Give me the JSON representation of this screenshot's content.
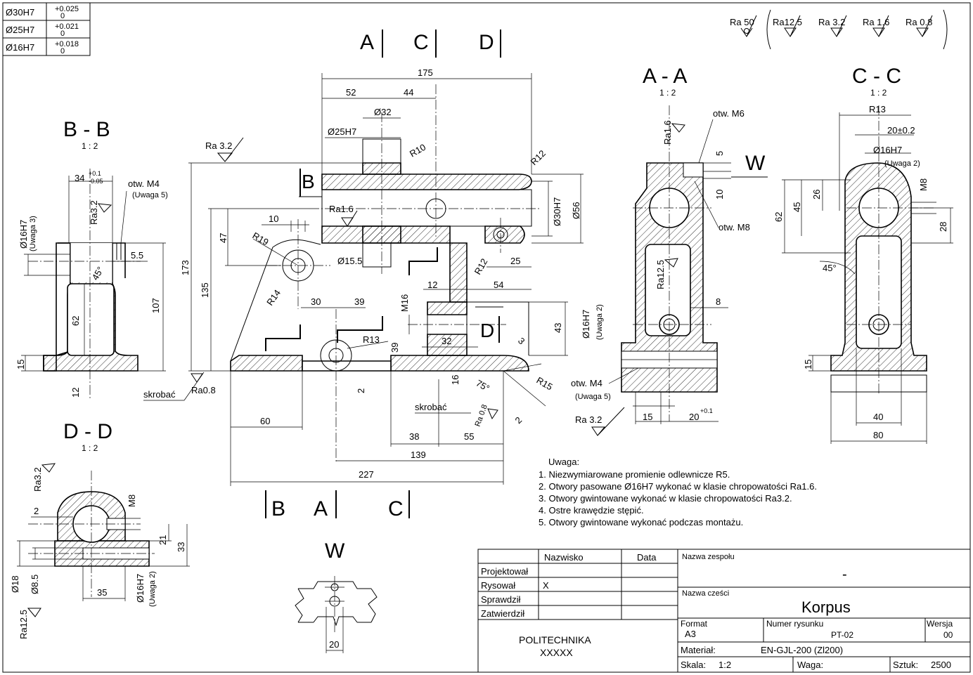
{
  "tolerance_table": [
    {
      "fit": "Ø30H7",
      "upper": "+0.025",
      "lower": "0"
    },
    {
      "fit": "Ø25H7",
      "upper": "+0.021",
      "lower": "0"
    },
    {
      "fit": "Ø16H7",
      "upper": "+0.018",
      "lower": "0"
    }
  ],
  "roughness": {
    "general": "Ra 50",
    "others": [
      "Ra12.5",
      "Ra 3.2",
      "Ra 1.6",
      "Ra 0.8"
    ]
  },
  "section_marks_top": [
    "A",
    "C",
    "D"
  ],
  "section_marks_bottom": [
    "B",
    "A",
    "C"
  ],
  "section_marks_side": [
    "B",
    "D"
  ],
  "views": {
    "aa": {
      "title": "A - A",
      "scale": "1 : 2"
    },
    "bb": {
      "title": "B - B",
      "scale": "1 : 2"
    },
    "cc": {
      "title": "C - C",
      "scale": "1 : 2"
    },
    "dd": {
      "title": "D - D",
      "scale": "1 : 2"
    },
    "w": {
      "title": "W",
      "dim": "20"
    }
  },
  "main_dims": {
    "d175": "175",
    "d52": "52",
    "d44": "44",
    "d32": "Ø32",
    "d25h7": "Ø25H7",
    "r10": "R10",
    "r12a": "R12",
    "d30h7": "Ø30H7",
    "d56": "Ø56",
    "ra32": "Ra 3.2",
    "ra16": "Ra1.6",
    "d173": "173",
    "d135": "135",
    "d47": "47",
    "d10": "10",
    "r19": "R19",
    "r14": "R14",
    "d155": "Ø15.5",
    "r12b": "R12",
    "d25": "25",
    "d12": "12",
    "d54": "54",
    "m16": "M16",
    "d30": "30",
    "d39": "39",
    "d43": "43",
    "r13": "R13",
    "d32b": "32",
    "d39b": "39",
    "d3": "3",
    "r15": "R15",
    "d16": "16",
    "a75": "75°",
    "ra08": "Ra 0.8",
    "d2a": "2",
    "d2b": "2",
    "skrobac": "skrobać",
    "ra08b": "Ra0.8",
    "d60": "60",
    "d38": "38",
    "d55": "55",
    "d139": "139",
    "d227": "227"
  },
  "bb_dims": {
    "d34": "34",
    "d34tol_up": "+0.1",
    "d34tol_lo": "-0.05",
    "otw": "otw. M4",
    "uwaga5": "(Uwaga 5)",
    "d16h7": "Ø16H7",
    "uwaga3": "(Uwaga 3)",
    "ra32": "Ra3.2",
    "d55": "5.5",
    "a45": "45°",
    "d107": "107",
    "d62": "62",
    "d15": "15",
    "d12": "12"
  },
  "aa_dims": {
    "ra16": "Ra1.6",
    "otw6": "otw. M6",
    "d5": "5",
    "d10": "10",
    "w": "W",
    "otw8": "otw. M8",
    "ra125": "Ra12.5",
    "d8": "8",
    "d16h7": "Ø16H7",
    "uwaga2": "(Uwaga 2)",
    "otw4": "otw. M4",
    "uwaga5": "(Uwaga 5)",
    "ra32": "Ra 3.2",
    "d15": "15",
    "d20": "20",
    "d20tol": "+0.1"
  },
  "cc_dims": {
    "r13": "R13",
    "d20": "20±0.2",
    "d16h7": "Ø16H7",
    "uwaga2": "(Uwaga 2)",
    "m8": "M8",
    "d62": "62",
    "d45": "45",
    "d26": "26",
    "d28": "28",
    "a45": "45°",
    "d15": "15",
    "d40": "40",
    "d80": "80"
  },
  "dd_dims": {
    "ra32": "Ra3.2",
    "m8": "M8",
    "d2": "2",
    "d21": "21",
    "d33": "33",
    "d18": "Ø18",
    "d85": "Ø8.5",
    "d35": "35",
    "d16h7": "Ø16H7",
    "uwaga2": "(Uwaga 2)",
    "ra125": "Ra12.5"
  },
  "notes": {
    "title": "Uwaga:",
    "items": [
      "1. Niezwymiarowane promienie odlewnicze R5.",
      "2. Otwory pasowane Ø16H7 wykonać w klasie chropowatości Ra1.6.",
      "3. Otwory gwintowane wykonać w klasie chropowatości Ra3.2.",
      "4. Ostre krawędzie stępić.",
      "5. Otwory gwintowane wykonać podczas montażu."
    ]
  },
  "title_block": {
    "col_name": "Nazwisko",
    "col_date": "Data",
    "rows": [
      {
        "role": "Projektował",
        "name": ""
      },
      {
        "role": "Rysował",
        "name": "X"
      },
      {
        "role": "Sprawdził",
        "name": ""
      },
      {
        "role": "Zatwierdził",
        "name": ""
      }
    ],
    "university": "POLITECHNIKA",
    "university2": "XXXXX",
    "assembly_label": "Nazwa zespołu",
    "assembly_value": "-",
    "part_label": "Nazwa cześci",
    "part_value": "Korpus",
    "format_label": "Format",
    "format_value": "A3",
    "drawing_no_label": "Numer rysunku",
    "drawing_no_value": "PT-02",
    "rev_label": "Wersja",
    "rev_value": "00",
    "material_label": "Materiał:",
    "material_value": "EN-GJL-200 (Zl200)",
    "scale_label": "Skala:",
    "scale_value": "1:2",
    "weight_label": "Waga:",
    "weight_value": "",
    "qty_label": "Sztuk:",
    "qty_value": "2500"
  }
}
